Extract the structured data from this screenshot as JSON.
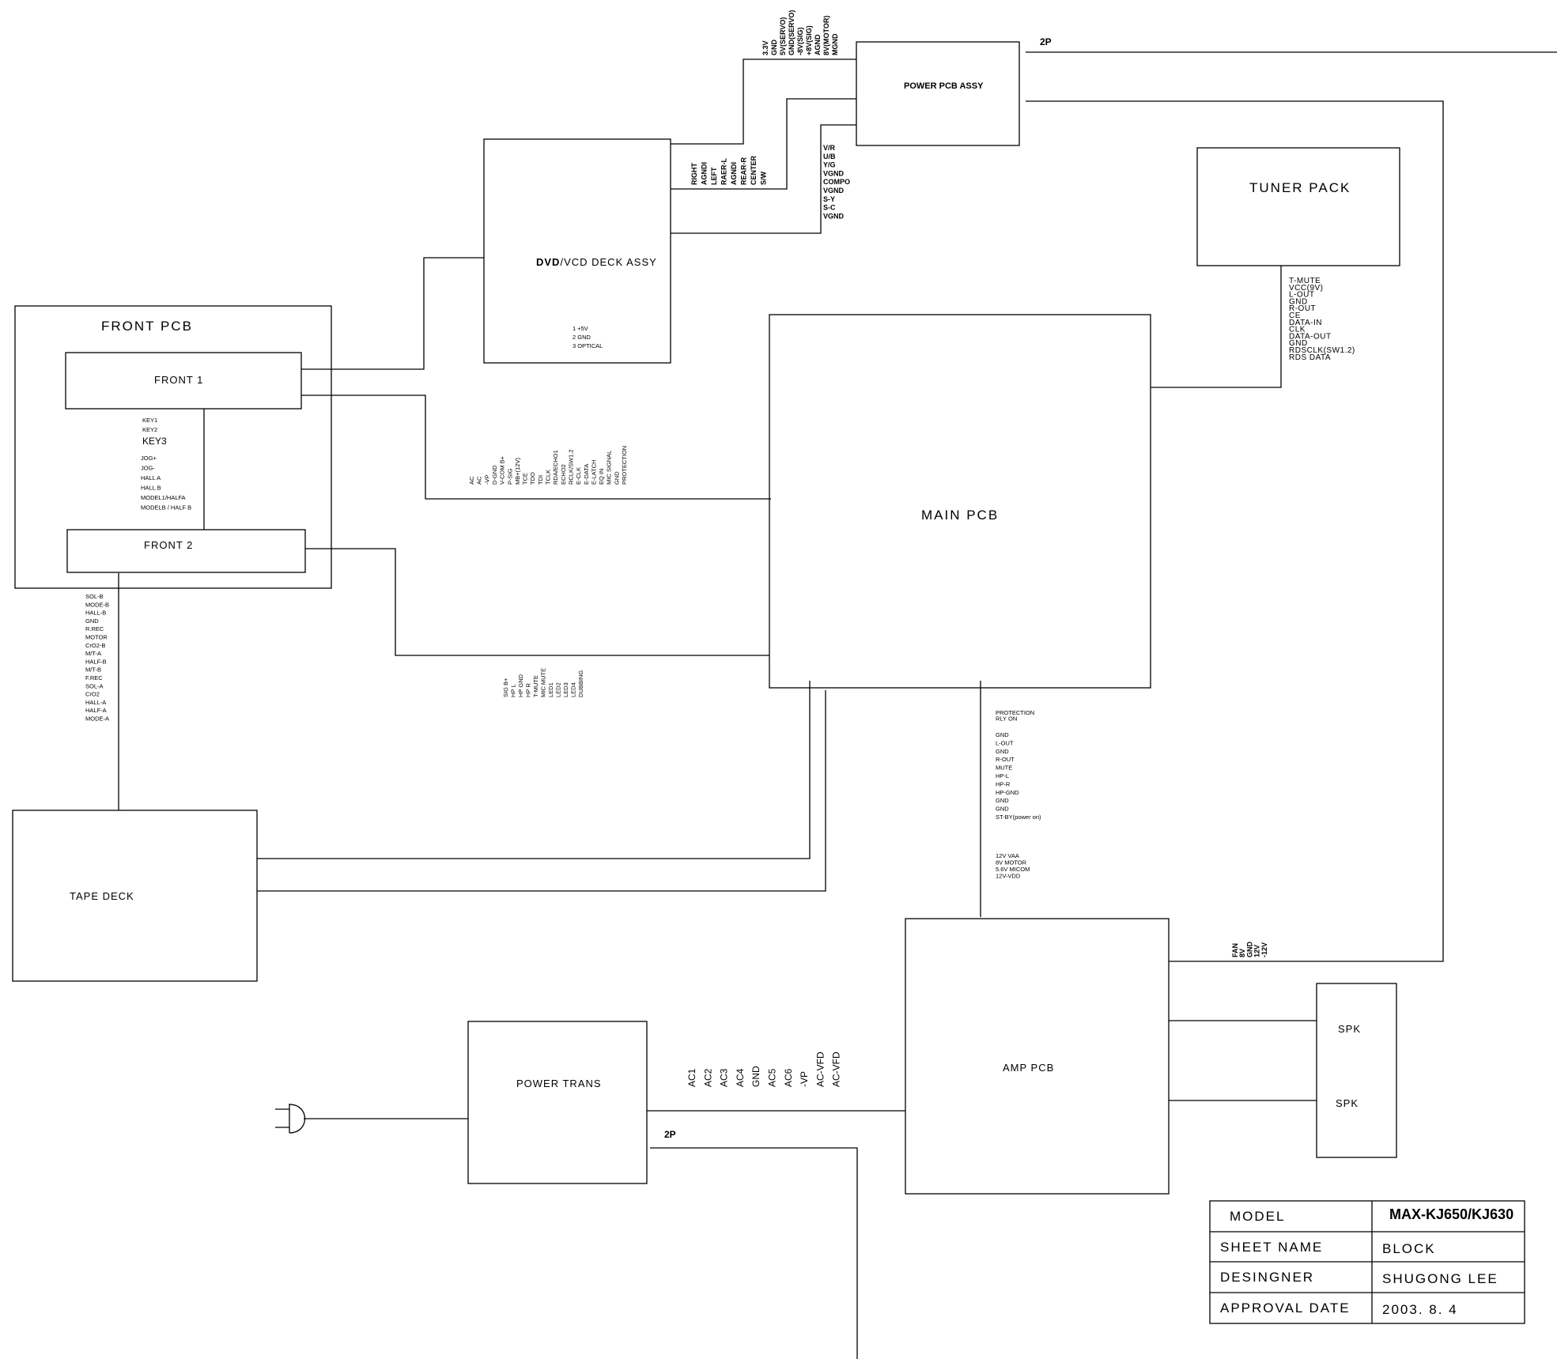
{
  "blocks": {
    "front_pcb": "FRONT PCB",
    "front1": "FRONT 1",
    "front2": "FRONT 2",
    "dvd_deck_bold": "DVD",
    "dvd_deck_rest": "/VCD  DECK ASSY",
    "power_pcb": "POWER PCB ASSY",
    "tuner_pack": "TUNER PACK",
    "main_pcb": "MAIN PCB",
    "tape_deck": "TAPE DECK",
    "power_trans": "POWER TRANS",
    "amp_pcb": "AMP  PCB",
    "spk1": "SPK",
    "spk2": "SPK",
    "two_p_top": "2P",
    "two_p_bottom": "2P"
  },
  "signals": {
    "power_pcb_top": [
      "3.3V",
      "GND",
      "5V(SERVO)",
      "GND(SERVO)",
      "-8V(SIG)",
      "+8V(SIG)",
      "AGND",
      "8V(MOTOR)",
      "MGND"
    ],
    "dvd_audio": [
      "RIGHT",
      "AGNDI",
      "LEFT",
      "RAER-L",
      "AGNDI",
      "REAR-R",
      "CENTER",
      "S/W"
    ],
    "dvd_video": [
      "V/R",
      "U/B",
      "Y/G",
      "VGND",
      "COMPO",
      "VGND",
      "S-Y",
      "S-C",
      "VGND"
    ],
    "dvd_pins": [
      "1 +5V",
      "2 GND",
      "3 OPTICAL"
    ],
    "front1_keys": [
      "KEY1",
      "KEY2"
    ],
    "front1_key3": "KEY3",
    "front1_misc": [
      "JOG+",
      "JOG-",
      "HALL A",
      "HALL B",
      "MODEL1/HALFA",
      "MODELB / HALF B"
    ],
    "front1_main": [
      "AC",
      "AC",
      "-VP",
      "D-GND",
      "V-COM B+",
      "P-SIG",
      "MB+(12V)",
      "TCE",
      "TDO",
      "TDI",
      "TCLK",
      "RDA/ECHO1",
      "ECHO2",
      "RCLK/SW1.2",
      "E-CLK",
      "E-DATA",
      "E-LATCH",
      "EQ IN",
      "MIC SIGNAL",
      "GND",
      "PROTECTION"
    ],
    "front2_main": [
      "SIG B+",
      "HP L",
      "HP GND",
      "HP R",
      "T-MUTE",
      "MIC MUTE",
      "LED1",
      "LED2",
      "LED3",
      "LED4",
      "DUBBING"
    ],
    "tape": [
      "SOL-B",
      "MODE-B",
      "HALL-B",
      "GND",
      "R.REC",
      "MOTOR",
      "CrO2-B",
      "M/T-A",
      "HALF-B",
      "M/T-B",
      "F.REC",
      "SOL-A",
      "CrO2",
      "HALL-A",
      "HALF-A",
      "MODE-A"
    ],
    "tuner": [
      "T-MUTE",
      "VCC(9V)",
      "L-OUT",
      "GND",
      "R-OUT",
      "CE",
      "DATA-IN",
      "CLK",
      "DATA-OUT",
      "GND",
      "RDSCLK(SW1.2)",
      "RDS DATA"
    ],
    "main_amp_a": [
      "PROTECTION",
      "RLY ON"
    ],
    "main_amp_b": [
      "GND",
      "L-OUT",
      "GND",
      "R-OUT",
      "MUTE",
      "HP-L",
      "HP-R",
      "HP-GND",
      "GND",
      "GND",
      "ST-BY(power on)"
    ],
    "main_amp_c": [
      "12V VAA",
      "8V MOTOR",
      "5.6V MICOM",
      "12V-VDD"
    ],
    "amp_fan": [
      "FAN",
      "8V",
      "GND",
      "12V",
      "-12V"
    ],
    "power_trans": [
      "AC1",
      "AC2",
      "AC3",
      "AC4",
      "GND",
      "AC5",
      "AC6",
      "-VP",
      "AC-VFD",
      "AC-VFD"
    ]
  },
  "title_block": {
    "model_label": "MODEL",
    "model_value": "MAX-KJ650/KJ630",
    "sheet_label": "SHEET NAME",
    "sheet_value": "BLOCK",
    "designer_label": "DESINGNER",
    "designer_value": "SHUGONG LEE",
    "date_label": "APPROVAL DATE",
    "date_value": "2003. 8. 4"
  }
}
